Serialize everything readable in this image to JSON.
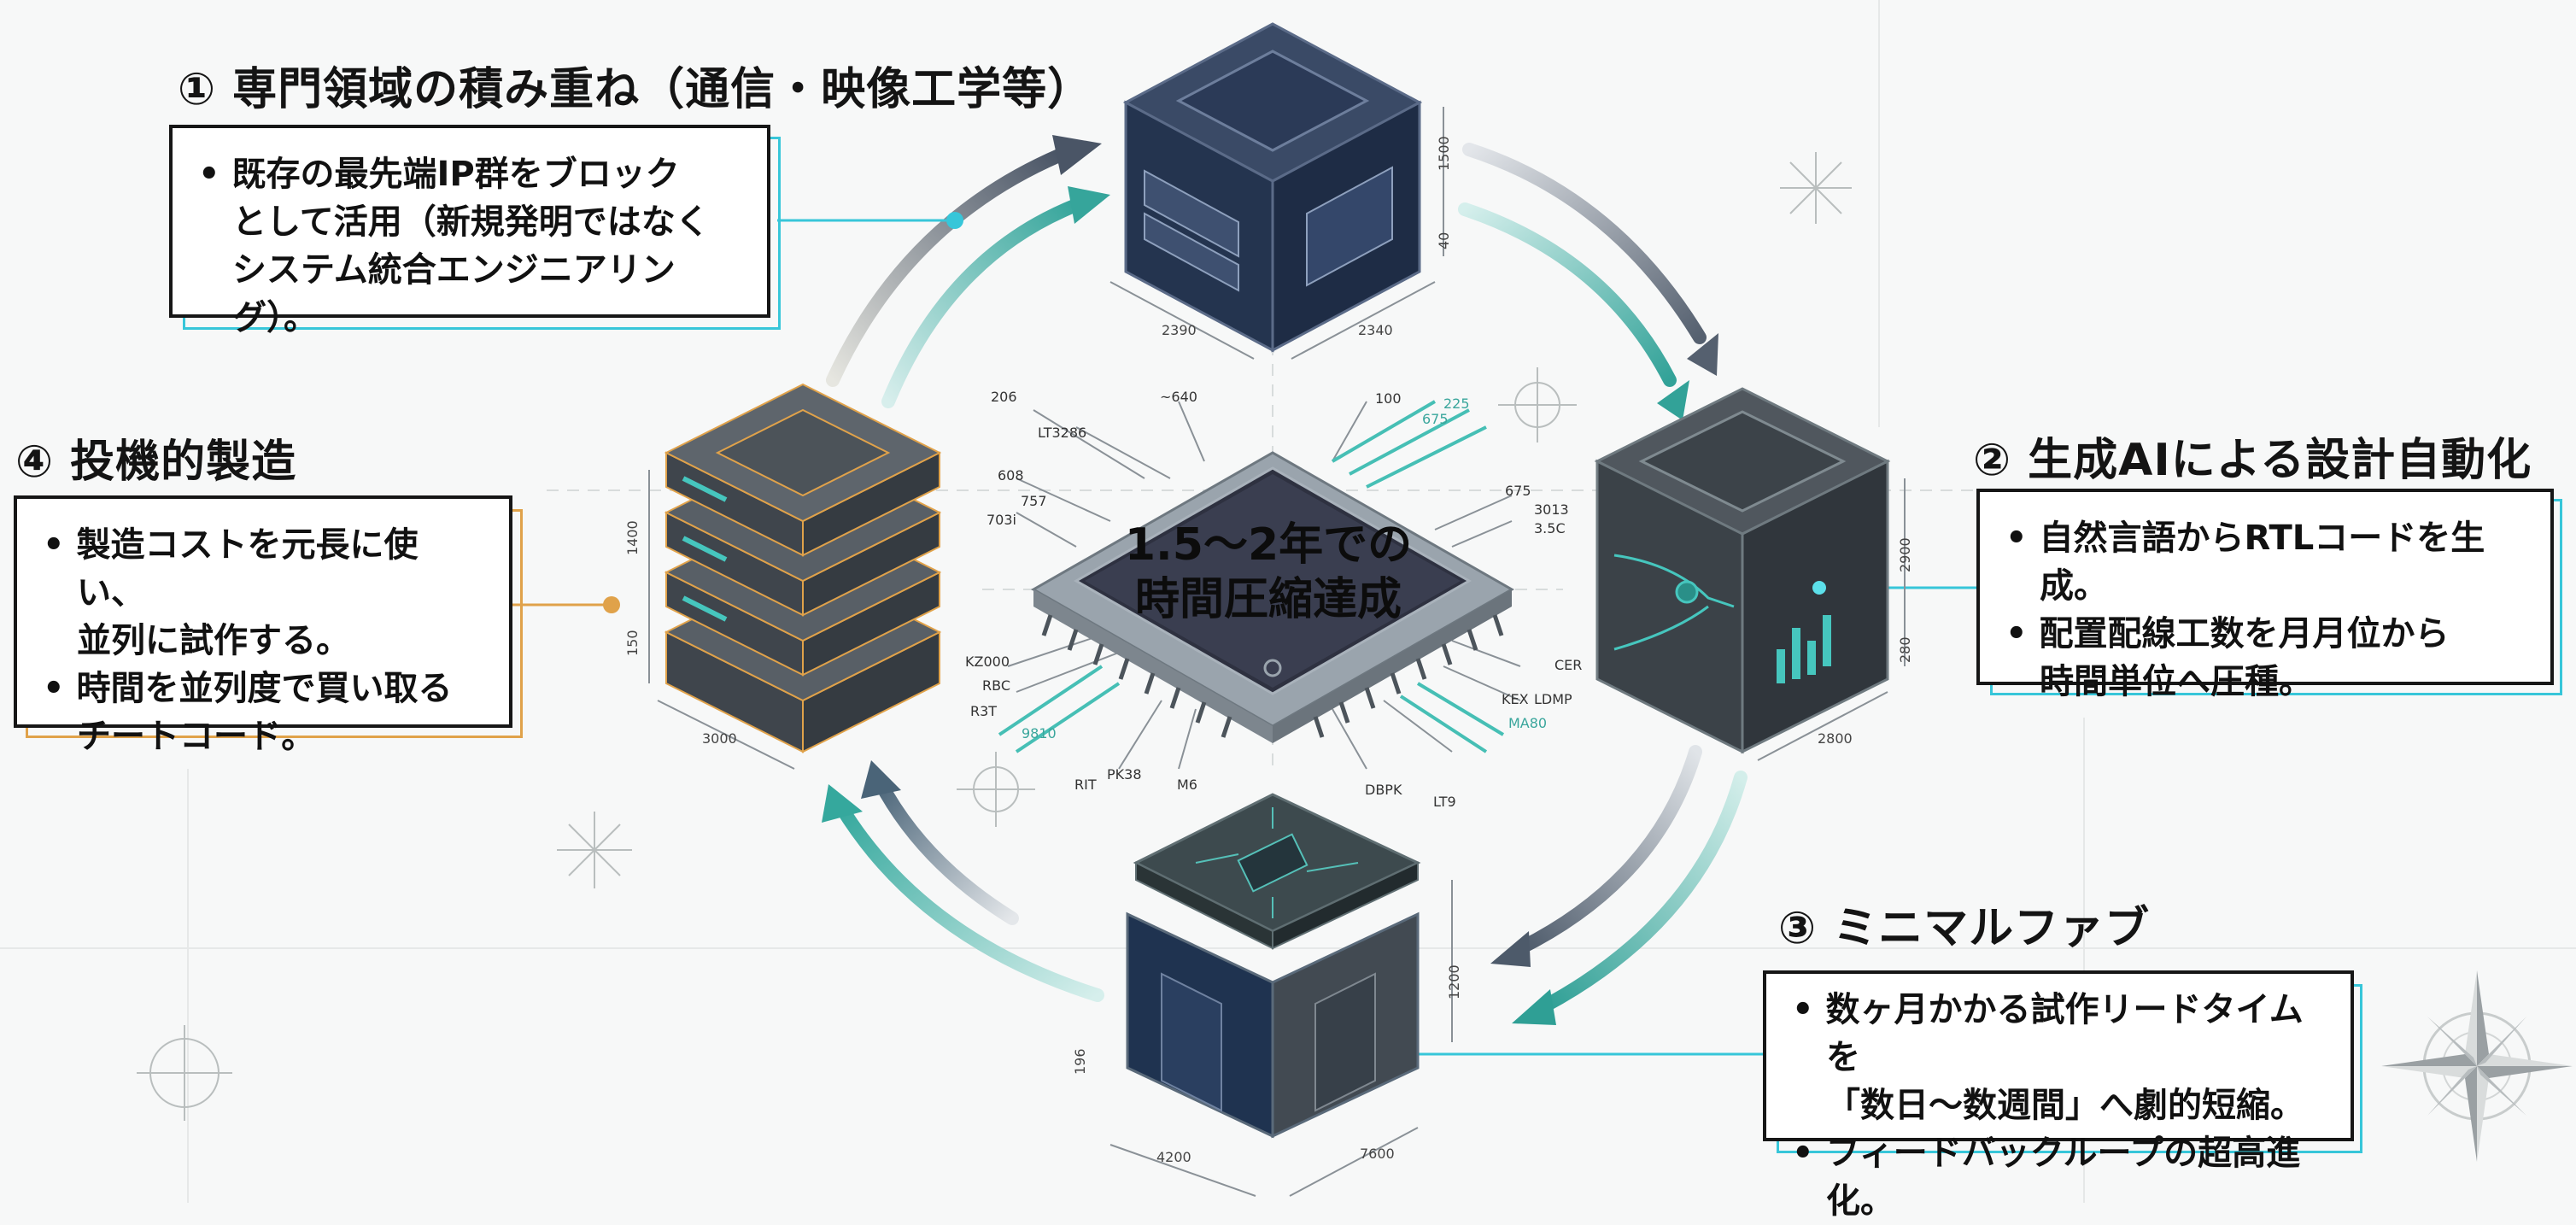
{
  "center": {
    "title_line1": "1.5〜2年での",
    "title_line2": "時間圧縮達成"
  },
  "steps": [
    {
      "heading": "① 専門領域の積み重ね（通信・映像工学等）",
      "bullets": [
        "既存の最先端IP群をブロック\nとして活用（新規発明ではなく\nシステム統合エンジニアリング）。"
      ],
      "accent": "#37c6d9"
    },
    {
      "heading": "② 生成AIによる設計自動化",
      "bullets": [
        "自然言語からRTLコードを生成。",
        "配置配線工数を月月位から\n時間単位へ圧種。"
      ],
      "accent": "#37c6d9"
    },
    {
      "heading": "③ ミニマルファブ",
      "bullets": [
        "数ヶ月かかる試作リードタイムを\n「数日〜数週間」へ劇的短縮。",
        "フィードバックループの超高進化。"
      ],
      "accent": "#37c6d9"
    },
    {
      "heading": "④ 投機的製造",
      "bullets": [
        "製造コストを元長に使い、\n並列に試作する。",
        "時間を並列度で買い取る\nチートコード。"
      ],
      "accent": "#e0a24a"
    }
  ],
  "dimensions": {
    "cube1": [
      "1500",
      "40",
      "2340",
      "2390"
    ],
    "cube2": [
      "2900",
      "280",
      "2800"
    ],
    "cube3": [
      "1200",
      "196",
      "4200",
      "7600"
    ],
    "cube4": [
      "1400",
      "150",
      "3000"
    ]
  },
  "chip_callouts": {
    "left_top": [
      "206",
      "LT3286",
      "608",
      "757",
      "703i"
    ],
    "top": [
      "~640",
      "100",
      "225",
      "675"
    ],
    "right": [
      "675",
      "3013",
      "3.5C"
    ],
    "left_bottom": [
      "KZ000",
      "RBC",
      "R3T",
      "9810"
    ],
    "bottom": [
      "RIT",
      "PK38",
      "M6",
      "DBPK",
      "LT9"
    ],
    "right_bottom": [
      "CER",
      "KEX",
      "LDMP",
      "MA80"
    ]
  },
  "colors": {
    "teal": "#3aa69c",
    "teal_light": "#6ccfc4",
    "slate": "#5d6877",
    "navy": "#1f3350",
    "orange": "#e0a24a",
    "cyan": "#37c6d9"
  }
}
